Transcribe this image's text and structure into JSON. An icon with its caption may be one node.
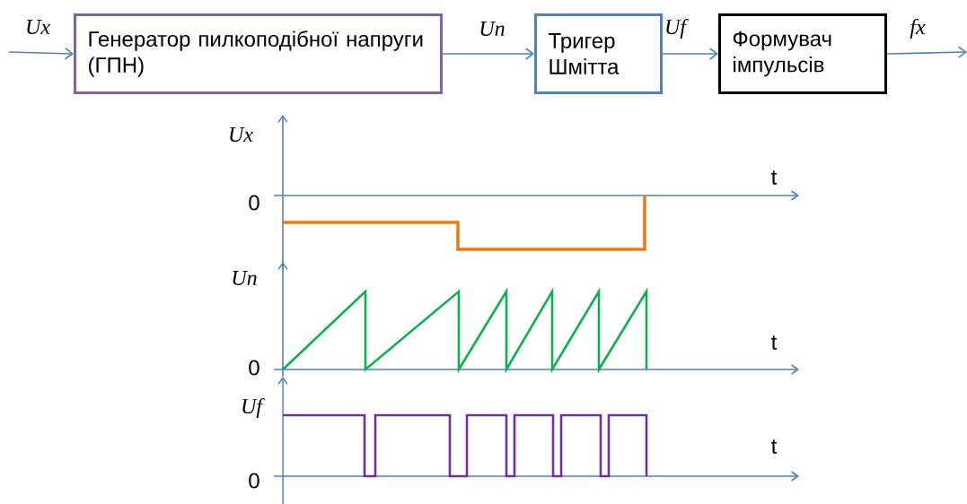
{
  "diagram": {
    "nodes": [
      {
        "text": [
          "Генератор пилкоподібної напруги (ГПН)"
        ]
      },
      {
        "text": [
          "Тригер Шмітта"
        ]
      },
      {
        "text": [
          "Формувач імпульсів"
        ]
      }
    ],
    "edges": [
      {
        "from": null,
        "to": 0,
        "arrow": "to",
        "label": "Ux"
      },
      {
        "from": 0,
        "to": 1,
        "arrow": "to",
        "label": "Un"
      },
      {
        "from": 1,
        "to": 2,
        "arrow": "to",
        "label": "Uf"
      },
      {
        "from": 2,
        "to": null,
        "arrow": "to",
        "label": "fx"
      }
    ],
    "labels": [
      "Ux",
      "0",
      "t",
      "Un",
      "0",
      "t",
      "Uf",
      "0",
      "t"
    ]
  }
}
